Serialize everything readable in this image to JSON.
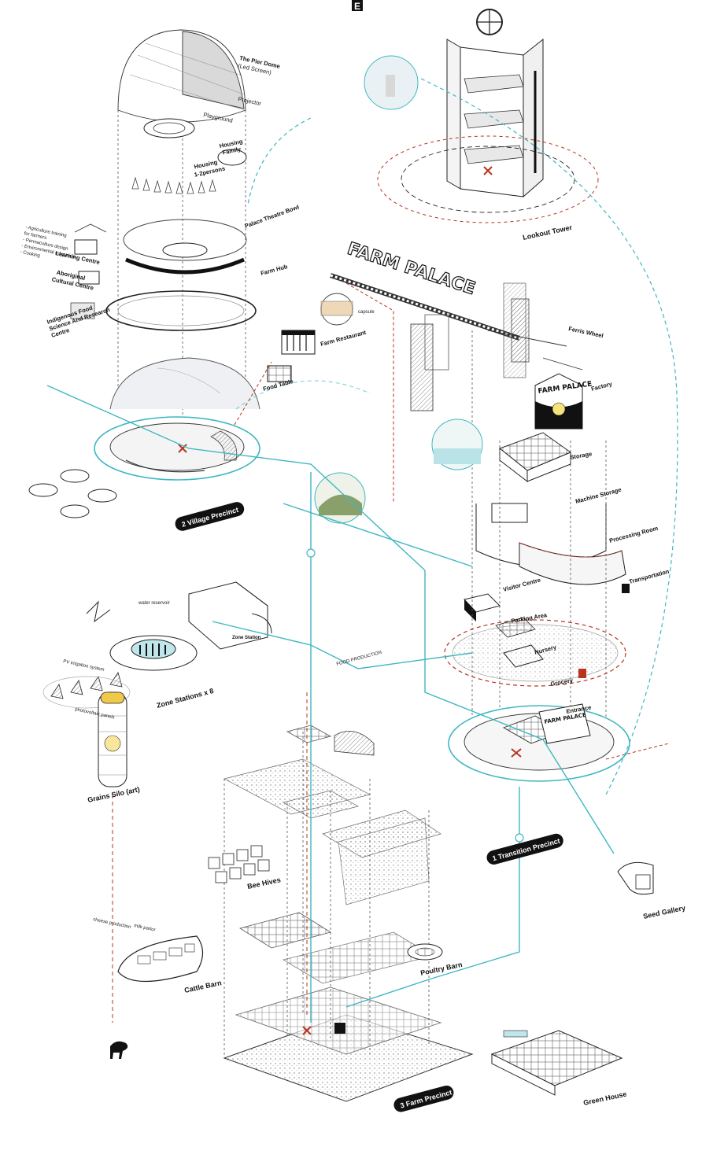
{
  "corner_letter": "E",
  "towers": {
    "farm_palace_sign": "FARM PALACE",
    "factory_sign": "FARM PALACE",
    "transition_sign": "FARM PALACE"
  },
  "precinct_pills": {
    "village": "2 Village Precinct",
    "transition": "1 Transition Precinct",
    "farm": "3 Farm Precinct"
  },
  "labels": {
    "pier_dome": "The Pier Dome",
    "led_screen": "(Led Screen)",
    "projector": "Projector",
    "playground": "Playground",
    "housing_family_1": "Housing",
    "housing_family_2": "Family",
    "housing_2p_1": "Housing",
    "housing_2p_2": "1-2persons",
    "palace_theatre_bowl": "Palace Theatre Bowl",
    "learning_centre": "Learning Centre",
    "aboriginal_cultural_1": "Aboriginal",
    "aboriginal_cultural_2": "Cultural Centre",
    "indigenous_food_1": "Indigenous Food",
    "indigenous_food_2": "Science And Research",
    "indigenous_food_3": "Centre",
    "farm_hub": "Farm Hub",
    "farm_restaurant": "Farm Restaurant",
    "food_table": "Food Table",
    "capsule": "capsule",
    "lookout_tower": "Lookout Tower",
    "ferris_wheel": "Ferris Wheel",
    "factory": "Factory",
    "storage": "Storage",
    "machine_storage": "Machine Storage",
    "processing_room": "Processing Room",
    "visitor_centre": "Visitor Centre",
    "parking_area": "Parking Area",
    "nursery": "Nursery",
    "grocery": "Grocery",
    "entrance": "Entrance",
    "transportation": "Transportation",
    "water_reservoir": "water reservoir",
    "pv_irrigation": "PV irrigation system",
    "photovoltaic": "photovoltaic panels",
    "zone_station": "Zone Station",
    "zone_stations_x8": "Zone Stations x 8",
    "food_production": "FOOD PRODUCTION",
    "grains_silo": "Grains Silo (art)",
    "bee_hives": "Bee Hives",
    "cattle_barn": "Cattle Barn",
    "poultry_barn": "Poultry Barn",
    "seed_gallery": "Seed Gallery",
    "green_house": "Green House",
    "cheese_production": "cheese production",
    "milk_parlor": "milk parlor",
    "learning_list_1": "- Agriculture training",
    "learning_list_2": "  for farmers",
    "learning_list_3": "- Permaculture design",
    "learning_list_4": "- Environmental education",
    "learning_list_5": "- Cooking"
  },
  "colors": {
    "teal": "#3fb7c2",
    "red": "#b8341f",
    "ink": "#222222",
    "pill": "#111111"
  }
}
